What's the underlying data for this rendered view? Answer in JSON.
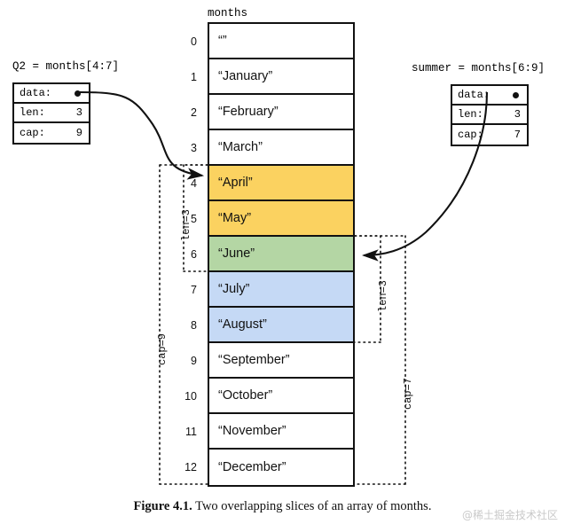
{
  "figure": {
    "array_name": "months",
    "caption_number": "Figure 4.1.",
    "caption_text": "Two overlapping slices of an array of months.",
    "watermark": "@稀土掘金技术社区"
  },
  "colors": {
    "yellow": "#FBD260",
    "green": "#B4D6A4",
    "blue": "#C5D9F5",
    "line": "#111111",
    "background": "#FFFFFF"
  },
  "array": {
    "cells": [
      {
        "index": "0",
        "value": "“”",
        "fill": "none"
      },
      {
        "index": "1",
        "value": "“January”",
        "fill": "none"
      },
      {
        "index": "2",
        "value": "“February”",
        "fill": "none"
      },
      {
        "index": "3",
        "value": "“March”",
        "fill": "none"
      },
      {
        "index": "4",
        "value": "“April”",
        "fill": "yellow"
      },
      {
        "index": "5",
        "value": "“May”",
        "fill": "yellow"
      },
      {
        "index": "6",
        "value": "“June”",
        "fill": "green"
      },
      {
        "index": "7",
        "value": "“July”",
        "fill": "blue"
      },
      {
        "index": "8",
        "value": "“August”",
        "fill": "blue"
      },
      {
        "index": "9",
        "value": "“September”",
        "fill": "none"
      },
      {
        "index": "10",
        "value": "“October”",
        "fill": "none"
      },
      {
        "index": "11",
        "value": "“November”",
        "fill": "none"
      },
      {
        "index": "12",
        "value": "“December”",
        "fill": "none"
      }
    ]
  },
  "slices": [
    {
      "id": "q2",
      "title": "Q2 = months[4:7]",
      "fields": [
        {
          "key": "data:",
          "value": ""
        },
        {
          "key": "len:",
          "value": "3"
        },
        {
          "key": "cap:",
          "value": "9"
        }
      ],
      "len_label": "len=3",
      "cap_label": "cap=9"
    },
    {
      "id": "summer",
      "title": "summer = months[6:9]",
      "fields": [
        {
          "key": "data:",
          "value": ""
        },
        {
          "key": "len:",
          "value": "3"
        },
        {
          "key": "cap:",
          "value": "7"
        }
      ],
      "len_label": "len=3",
      "cap_label": "cap=7"
    }
  ]
}
